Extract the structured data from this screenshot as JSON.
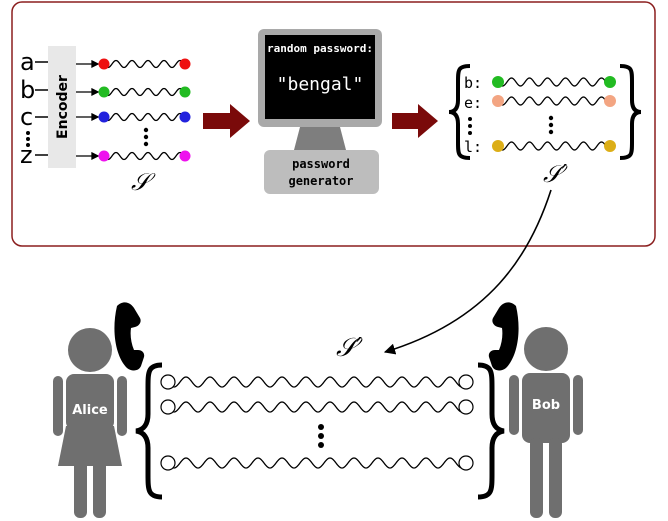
{
  "letters": [
    "a",
    "b",
    "c",
    "z"
  ],
  "encoder": {
    "label": "Encoder"
  },
  "set_label": "𝒮",
  "set_prime_label": "𝒮′",
  "monitor": {
    "header": "random password:",
    "password": "\"bengal\"",
    "stand_line1": "password",
    "stand_line2": "generator"
  },
  "encoded_letters": [
    "b:",
    "e:",
    "l:"
  ],
  "people": {
    "left": "Alice",
    "right": "Bob"
  },
  "colors": {
    "frame": "#8b1f1f",
    "arrow": "#7a0a0a",
    "a": "#ee1111",
    "b": "#22bb22",
    "c": "#2222dd",
    "z": "#ee11ee",
    "e": "#f3a582",
    "l": "#dcae17",
    "person": "#6f6f6f",
    "screen": "#000000",
    "bezel": "#a9a9a9"
  }
}
